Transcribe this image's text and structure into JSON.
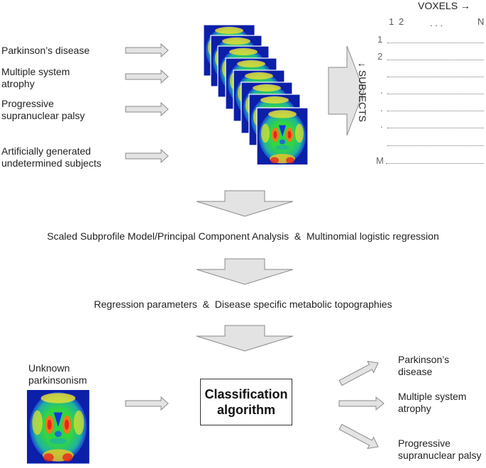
{
  "inputs": [
    "Parkinson’s disease",
    "Multiple system atrophy",
    "Progressive supranuclear palsy",
    "Artificially generated undetermined subjects"
  ],
  "matrix": {
    "voxels_label": "VOXELS →",
    "subjects_label": "↓  SUBJECTS",
    "col_1": "1",
    "col_2": "2",
    "col_dots": ". . .",
    "col_n": "N",
    "row_1": "1",
    "row_2": "2",
    "row_dot": ".",
    "row_m": "M"
  },
  "steps": {
    "step1": "Scaled Subprofile Model/Principal Component Analysis  &  Multinomial logistic regression",
    "step2": "Regression parameters  &  Disease specific metabolic topographies"
  },
  "unknown_label": "Unknown parkinsonism",
  "classifier": {
    "line1": "Classification",
    "line2": "algorithm"
  },
  "outputs": [
    "Parkinson’s disease",
    "Multiple system atrophy",
    "Progressive supranuclear palsy"
  ],
  "colors": {
    "arrow_fill": "#e3e3e3",
    "arrow_stroke": "#8a8a8a",
    "scan_hot": "#e8261a",
    "scan_mid": "#f5e21c",
    "scan_cool": "#1cc04a",
    "scan_cold": "#1535d8"
  }
}
